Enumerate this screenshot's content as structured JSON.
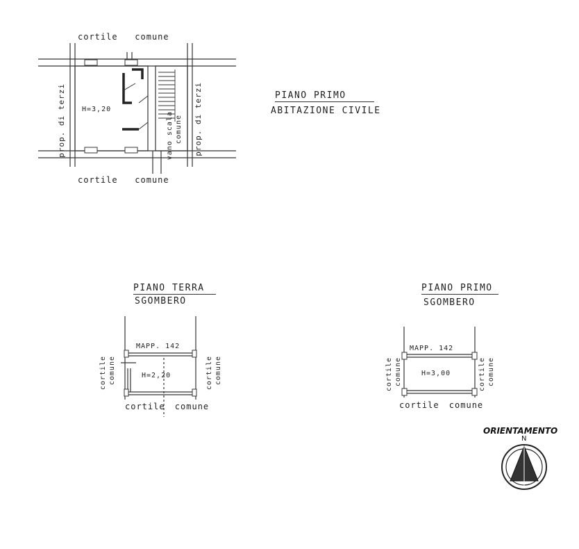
{
  "plan1": {
    "title": "PIANO PRIMO",
    "subtitle": "ABITAZIONE CIVILE",
    "top_label_1": "cortile",
    "top_label_2": "comune",
    "bottom_label_1": "cortile",
    "bottom_label_2": "comune",
    "left_label": "prop. di terzi",
    "right_label": "prop. di terzi",
    "height": "H=3,20",
    "stair_label_1": "vano scala",
    "stair_label_2": "comune"
  },
  "plan2": {
    "title": "PIANO TERRA",
    "subtitle": "SGOMBERO",
    "mapp": "MAPP. 142",
    "height": "H=2,20",
    "left_label_1": "cortile",
    "left_label_2": "comune",
    "right_label_1": "cortile",
    "right_label_2": "comune",
    "bottom_label": "cortile comune"
  },
  "plan3": {
    "title": "PIANO PRIMO",
    "subtitle": "SGOMBERO",
    "mapp": "MAPP. 142",
    "height": "H=3,00",
    "left_label_1": "cortile",
    "left_label_2": "comune",
    "right_label_1": "cortile",
    "right_label_2": "comune",
    "bottom_label": "cortile comune"
  },
  "orientation": {
    "label": "ORIENTAMENTO",
    "north": "N"
  }
}
